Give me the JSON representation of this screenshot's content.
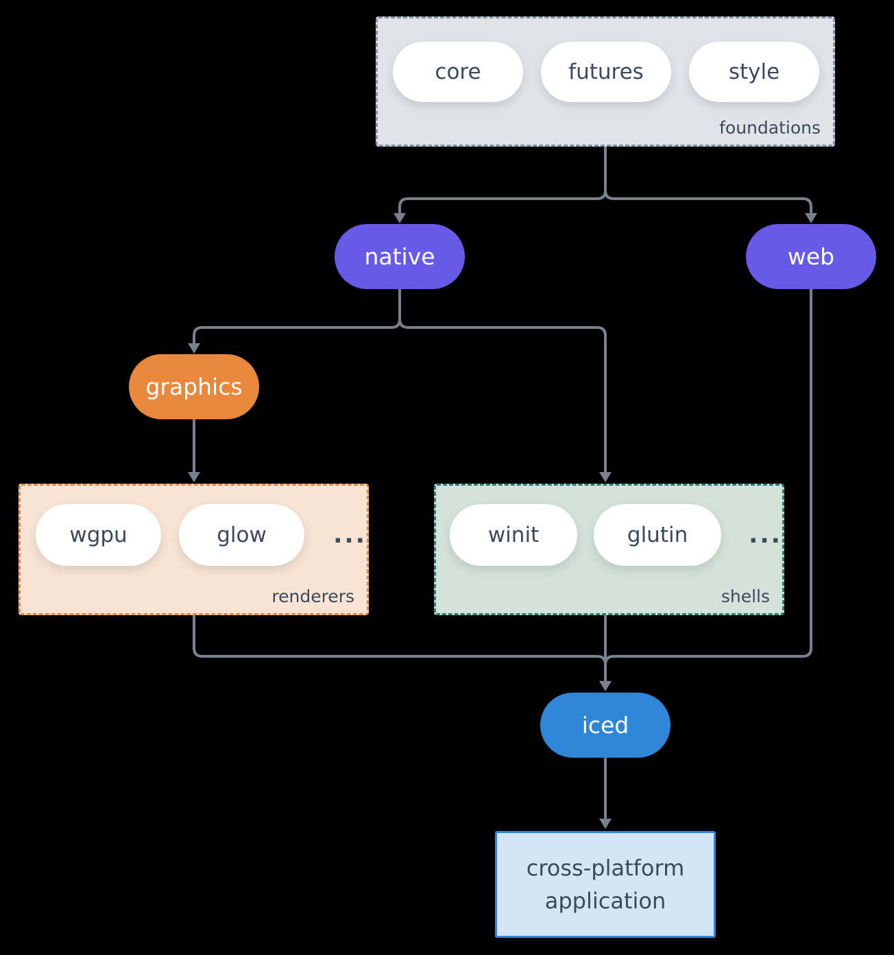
{
  "palette": {
    "background": "#000000",
    "node_purple": "#675AE6",
    "node_orange": "#E8883C",
    "node_blue": "#2E86D8",
    "pill_white": "#FFFFFF",
    "text_dark": "#3A4A5C",
    "text_light": "#FFFFFF",
    "connector_gray": "#78828F",
    "foundations_fill": "#E0E4E9",
    "foundations_border": "#8493A3",
    "renderers_fill": "#F9E4D4",
    "renderers_border": "#E8893F",
    "shells_fill": "#D4E2DC",
    "shells_border": "#2E7D6E",
    "app_fill": "#D4E5F7",
    "app_border": "#2E86D8"
  },
  "groups": {
    "foundations": {
      "label": "foundations",
      "pills": [
        "core",
        "futures",
        "style"
      ]
    },
    "renderers": {
      "label": "renderers",
      "pills": [
        "wgpu",
        "glow"
      ],
      "more": "..."
    },
    "shells": {
      "label": "shells",
      "pills": [
        "winit",
        "glutin"
      ],
      "more": "..."
    }
  },
  "nodes": {
    "native": "native",
    "web": "web",
    "graphics": "graphics",
    "iced": "iced",
    "application": "cross-platform application"
  }
}
